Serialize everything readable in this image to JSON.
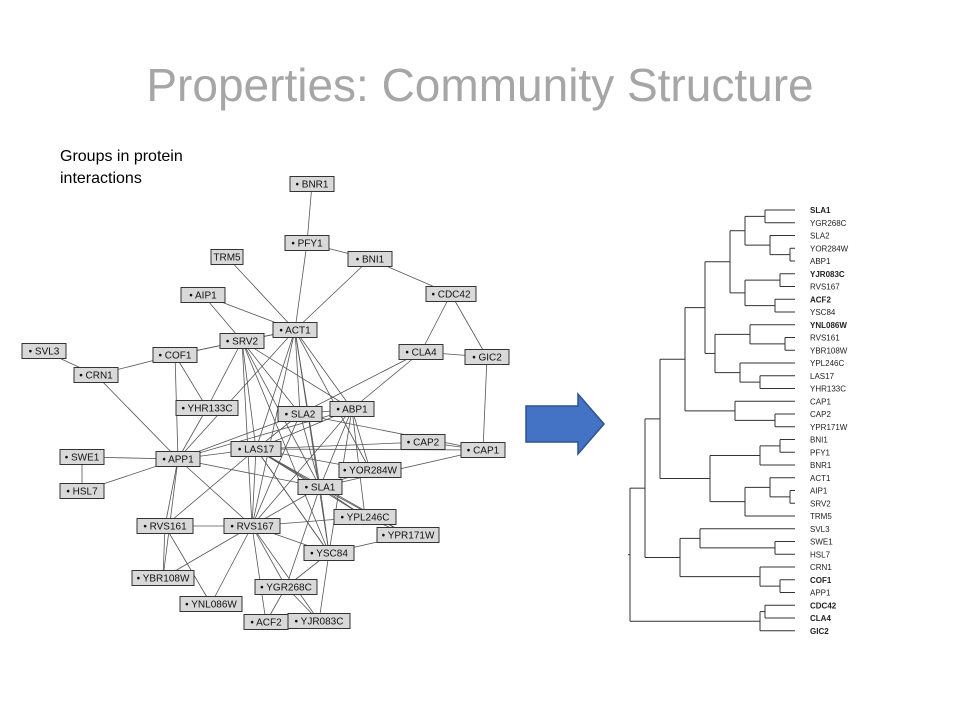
{
  "slide": {
    "title": "Properties: Community Structure",
    "subtitle": "Groups in protein interactions"
  },
  "arrow": {
    "fill": "#4472c4",
    "stroke": "#2f528f"
  },
  "network": {
    "nodes": [
      {
        "id": "BNR1",
        "label": "• BNR1"
      },
      {
        "id": "PFY1",
        "label": "• PFY1"
      },
      {
        "id": "TRM5",
        "label": "TRM5"
      },
      {
        "id": "BNI1",
        "label": "• BNI1"
      },
      {
        "id": "AIP1",
        "label": "• AIP1"
      },
      {
        "id": "CDC42",
        "label": "• CDC42"
      },
      {
        "id": "ACT1",
        "label": "• ACT1"
      },
      {
        "id": "SRV2",
        "label": "• SRV2"
      },
      {
        "id": "SVL3",
        "label": "• SVL3"
      },
      {
        "id": "COF1",
        "label": "• COF1"
      },
      {
        "id": "CLA4",
        "label": "• CLA4"
      },
      {
        "id": "GIC2",
        "label": "• GIC2"
      },
      {
        "id": "CRN1",
        "label": "• CRN1"
      },
      {
        "id": "YHR133C",
        "label": "• YHR133C"
      },
      {
        "id": "SLA2",
        "label": "• SLA2"
      },
      {
        "id": "ABP1",
        "label": "• ABP1"
      },
      {
        "id": "CAP2",
        "label": "• CAP2"
      },
      {
        "id": "LAS17",
        "label": "• LAS17"
      },
      {
        "id": "SWE1",
        "label": "• SWE1"
      },
      {
        "id": "APP1",
        "label": "• APP1"
      },
      {
        "id": "CAP1",
        "label": "• CAP1"
      },
      {
        "id": "YOR284W",
        "label": "• YOR284W"
      },
      {
        "id": "HSL7",
        "label": "• HSL7"
      },
      {
        "id": "SLA1",
        "label": "• SLA1"
      },
      {
        "id": "YPL246C",
        "label": "• YPL246C"
      },
      {
        "id": "RVS161",
        "label": "• RVS161"
      },
      {
        "id": "RVS167",
        "label": "• RVS167"
      },
      {
        "id": "YPR171W",
        "label": "• YPR171W"
      },
      {
        "id": "YSC84",
        "label": "• YSC84"
      },
      {
        "id": "YBR108W",
        "label": "• YBR108W"
      },
      {
        "id": "YGR268C",
        "label": "• YGR268C"
      },
      {
        "id": "YNL086W",
        "label": "• YNL086W"
      },
      {
        "id": "ACF2",
        "label": "• ACF2"
      },
      {
        "id": "YJR083C",
        "label": "• YJR083C"
      }
    ],
    "edges": [
      [
        "BNR1",
        "PFY1"
      ],
      [
        "PFY1",
        "BNI1"
      ],
      [
        "PFY1",
        "ACT1"
      ],
      [
        "TRM5",
        "ACT1"
      ],
      [
        "BNI1",
        "CDC42"
      ],
      [
        "BNI1",
        "ACT1"
      ],
      [
        "AIP1",
        "SRV2"
      ],
      [
        "AIP1",
        "ACT1"
      ],
      [
        "CDC42",
        "CLA4"
      ],
      [
        "CDC42",
        "GIC2"
      ],
      [
        "CLA4",
        "GIC2"
      ],
      [
        "GIC2",
        "CAP1"
      ],
      [
        "CLA4",
        "ABP1"
      ],
      [
        "CLA4",
        "SLA2"
      ],
      [
        "ACT1",
        "SRV2"
      ],
      [
        "SRV2",
        "COF1"
      ],
      [
        "COF1",
        "ACT1"
      ],
      [
        "SVL3",
        "CRN1"
      ],
      [
        "CRN1",
        "COF1"
      ],
      [
        "CRN1",
        "APP1"
      ],
      [
        "COF1",
        "YHR133C"
      ],
      [
        "COF1",
        "APP1"
      ],
      [
        "ACT1",
        "SLA2"
      ],
      [
        "ACT1",
        "ABP1"
      ],
      [
        "ACT1",
        "SLA1"
      ],
      [
        "ACT1",
        "LAS17"
      ],
      [
        "ACT1",
        "RVS167"
      ],
      [
        "ACT1",
        "YSC84"
      ],
      [
        "ACT1",
        "APP1"
      ],
      [
        "ACT1",
        "YOR284W"
      ],
      [
        "SRV2",
        "ABP1"
      ],
      [
        "SRV2",
        "LAS17"
      ],
      [
        "SRV2",
        "RVS167"
      ],
      [
        "SRV2",
        "SLA1"
      ],
      [
        "SRV2",
        "YSC84"
      ],
      [
        "SRV2",
        "YHR133C"
      ],
      [
        "SRV2",
        "SLA2"
      ],
      [
        "ABP1",
        "SLA2"
      ],
      [
        "ABP1",
        "LAS17"
      ],
      [
        "ABP1",
        "SLA1"
      ],
      [
        "ABP1",
        "RVS167"
      ],
      [
        "ABP1",
        "YSC84"
      ],
      [
        "ABP1",
        "YOR284W"
      ],
      [
        "ABP1",
        "YPL246C"
      ],
      [
        "ABP1",
        "APP1"
      ],
      [
        "CAP2",
        "CAP1"
      ],
      [
        "CAP2",
        "LAS17"
      ],
      [
        "CAP1",
        "SLA1"
      ],
      [
        "CAP1",
        "LAS17"
      ],
      [
        "SLA2",
        "LAS17"
      ],
      [
        "SLA2",
        "SLA1"
      ],
      [
        "SLA2",
        "RVS167"
      ],
      [
        "SLA2",
        "APP1"
      ],
      [
        "LAS17",
        "SLA1"
      ],
      [
        "LAS17",
        "RVS167"
      ],
      [
        "LAS17",
        "YSC84"
      ],
      [
        "LAS17",
        "YPL246C"
      ],
      [
        "LAS17",
        "YOR284W"
      ],
      [
        "LAS17",
        "APP1"
      ],
      [
        "LAS17",
        "YPR171W"
      ],
      [
        "LAS17",
        "RVS161"
      ],
      [
        "SWE1",
        "APP1"
      ],
      [
        "SWE1",
        "HSL7"
      ],
      [
        "HSL7",
        "APP1"
      ],
      [
        "APP1",
        "RVS161"
      ],
      [
        "APP1",
        "RVS167"
      ],
      [
        "APP1",
        "SLA1"
      ],
      [
        "SLA1",
        "RVS167"
      ],
      [
        "SLA1",
        "YSC84"
      ],
      [
        "SLA1",
        "YPL246C"
      ],
      [
        "SLA1",
        "YPR171W"
      ],
      [
        "SLA1",
        "YOR284W"
      ],
      [
        "SLA1",
        "YGR268C"
      ],
      [
        "RVS161",
        "RVS167"
      ],
      [
        "RVS161",
        "YBR108W"
      ],
      [
        "RVS161",
        "YNL086W"
      ],
      [
        "RVS167",
        "YSC84"
      ],
      [
        "RVS167",
        "YPL246C"
      ],
      [
        "RVS167",
        "YBR108W"
      ],
      [
        "RVS167",
        "YNL086W"
      ],
      [
        "RVS167",
        "YGR268C"
      ],
      [
        "RVS167",
        "ACF2"
      ],
      [
        "RVS167",
        "YJR083C"
      ],
      [
        "YSC84",
        "YPR171W"
      ],
      [
        "YSC84",
        "YGR268C"
      ],
      [
        "YSC84",
        "YJR083C"
      ],
      [
        "YSC84",
        "LAS17"
      ],
      [
        "YPL246C",
        "YPR171W"
      ],
      [
        "YGR268C",
        "ACF2"
      ],
      [
        "YGR268C",
        "YJR083C"
      ],
      [
        "APP1",
        "YBR108W"
      ],
      [
        "APP1",
        "YHR133C"
      ],
      [
        "SLA2",
        "CAP1"
      ]
    ]
  },
  "dendrogram": {
    "leaves": [
      {
        "label": "SLA1",
        "bold": true
      },
      {
        "label": "YGR268C",
        "bold": false
      },
      {
        "label": "SLA2",
        "bold": false
      },
      {
        "label": "YOR284W",
        "bold": false
      },
      {
        "label": "ABP1",
        "bold": false
      },
      {
        "label": "YJR083C",
        "bold": true
      },
      {
        "label": "RVS167",
        "bold": false
      },
      {
        "label": "ACF2",
        "bold": true
      },
      {
        "label": "YSC84",
        "bold": false
      },
      {
        "label": "YNL086W",
        "bold": true
      },
      {
        "label": "RVS161",
        "bold": false
      },
      {
        "label": "YBR108W",
        "bold": false
      },
      {
        "label": "YPL246C",
        "bold": false
      },
      {
        "label": "LAS17",
        "bold": false
      },
      {
        "label": "YHR133C",
        "bold": false
      },
      {
        "label": "CAP1",
        "bold": false
      },
      {
        "label": "CAP2",
        "bold": false
      },
      {
        "label": "YPR171W",
        "bold": false
      },
      {
        "label": "BNI1",
        "bold": false
      },
      {
        "label": "PFY1",
        "bold": false
      },
      {
        "label": "BNR1",
        "bold": false
      },
      {
        "label": "ACT1",
        "bold": false
      },
      {
        "label": "AIP1",
        "bold": false
      },
      {
        "label": "SRV2",
        "bold": false
      },
      {
        "label": "TRM5",
        "bold": false
      },
      {
        "label": "SVL3",
        "bold": false
      },
      {
        "label": "SWE1",
        "bold": false
      },
      {
        "label": "HSL7",
        "bold": false
      },
      {
        "label": "CRN1",
        "bold": false
      },
      {
        "label": "COF1",
        "bold": true
      },
      {
        "label": "APP1",
        "bold": false
      },
      {
        "label": "CDC42",
        "bold": true
      },
      {
        "label": "CLA4",
        "bold": true
      },
      {
        "label": "GIC2",
        "bold": true
      }
    ]
  }
}
